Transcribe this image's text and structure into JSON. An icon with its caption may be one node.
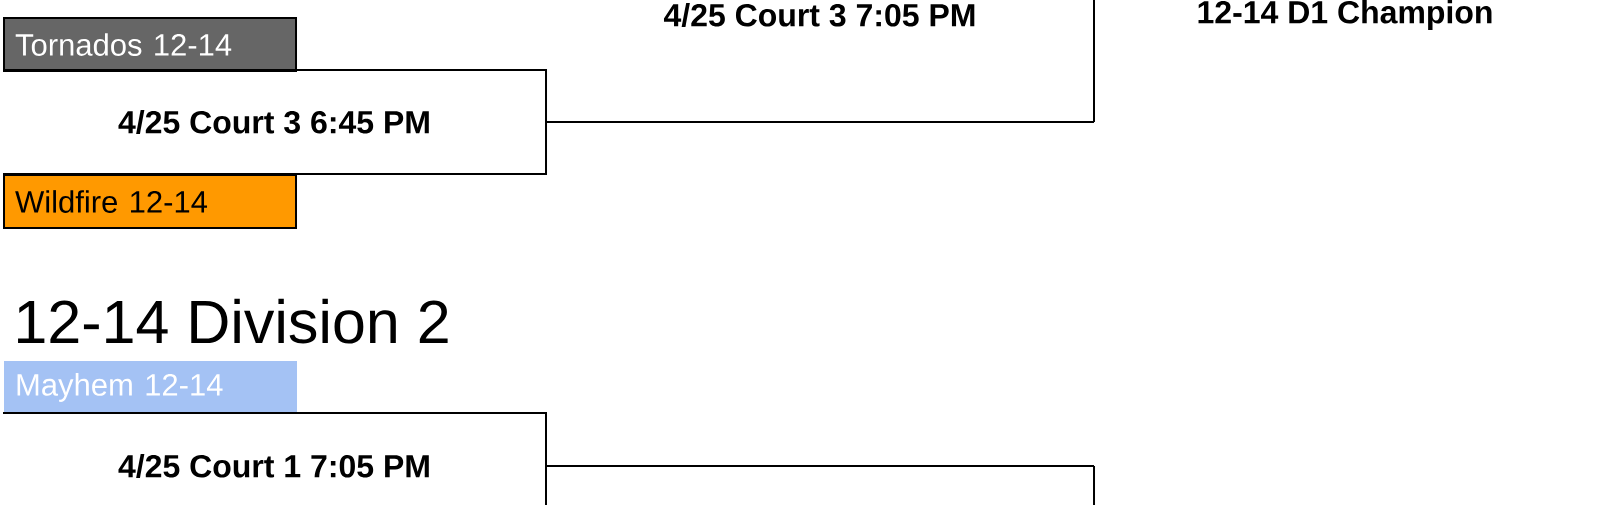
{
  "diagram": {
    "nodes": [
      {
        "text": [
          "4/25 Court 3 7:05 PM"
        ]
      },
      {
        "text": [
          "Tornados 12-14"
        ]
      },
      {
        "text": [
          "4/25 Court 3 6:45 PM"
        ]
      },
      {
        "text": [
          "Wildfire 12-14"
        ]
      },
      {
        "text": [
          "Mayhem 12-14"
        ]
      },
      {
        "text": [
          "4/25 Court 1 7:05 PM"
        ]
      },
      {
        "text": [],
        "shape": "box"
      }
    ],
    "edges": [
      {
        "from": 2,
        "to": 0,
        "arrow": "none"
      },
      {
        "from": 5,
        "to": 6,
        "arrow": "none"
      }
    ],
    "labels": [
      "12-14 D1 Champion",
      "12-14 Division 2"
    ]
  }
}
